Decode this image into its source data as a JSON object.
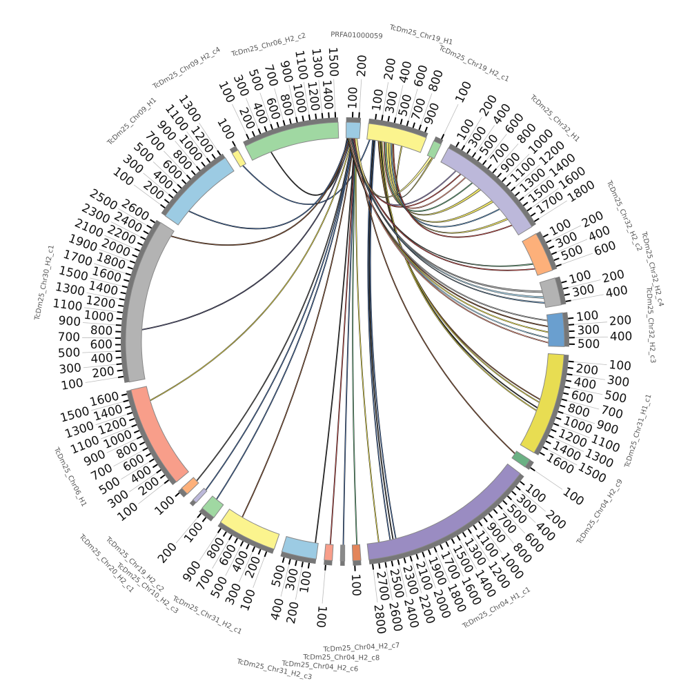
{
  "diagram": {
    "type": "circos",
    "tick_step": 100,
    "segments": [
      {
        "name": "PRFA01000059",
        "length": 230,
        "color": "#9ccbe3"
      },
      {
        "name": "TcDm25_Chr19_H1",
        "length": 950,
        "color": "#fbf48e"
      },
      {
        "name": "TcDm25_Chr19_H2_c1",
        "length": 130,
        "color": "#a0d8a2"
      },
      {
        "name": "TcDm25_Chr32_H1",
        "length": 1850,
        "color": "#bcb8da"
      },
      {
        "name": "TcDm25_Chr32_H2_c2",
        "length": 640,
        "color": "#fdb07a"
      },
      {
        "name": "TcDm25_Chr32_H2_c4",
        "length": 440,
        "color": "#b3b3b3"
      },
      {
        "name": "TcDm25_Chr32_H2_c3",
        "length": 540,
        "color": "#6a9fcf"
      },
      {
        "name": "TcDm25_Chr31_H1_c1",
        "length": 1650,
        "color": "#e8dd52"
      },
      {
        "name": "TcDm25_Chr04_H2_c9",
        "length": 140,
        "color": "#6bb184"
      },
      {
        "name": "TcDm25_Chr04_H1_c1",
        "length": 2850,
        "color": "#9a8cc2"
      },
      {
        "name": "TcDm25_Chr04_H2_c7",
        "length": 130,
        "color": "#e3855a"
      },
      {
        "name": "TcDm25_Chr04_H2_c8",
        "length": 70,
        "color": "#8a8a8a"
      },
      {
        "name": "TcDm25_Chr04_H2_c6",
        "length": 130,
        "color": "#f89e8a"
      },
      {
        "name": "TcDm25_Chr31_H2_c3",
        "length": 560,
        "color": "#9ccbe3"
      },
      {
        "name": "TcDm25_Chr31_H2_c1",
        "length": 960,
        "color": "#fbf48e"
      },
      {
        "name": "TcDm25_Chr10_H2_c3",
        "length": 240,
        "color": "#a0d8a2"
      },
      {
        "name": "TcDm25_Chr19_H2_c2",
        "length": 70,
        "color": "#bcb8da"
      },
      {
        "name": "TcDm25_Chr20_H2_c1",
        "length": 130,
        "color": "#fdb07a"
      },
      {
        "name": "TcDm25_Chr06_H1",
        "length": 1650,
        "color": "#f89e8a"
      },
      {
        "name": "TcDm25_Chr30_H2_c1",
        "length": 2650,
        "color": "#b3b3b3"
      },
      {
        "name": "TcDm25_Chr09_H1",
        "length": 1340,
        "color": "#9ccbe3"
      },
      {
        "name": "TcDm25_Chr09_H2_c4",
        "length": 110,
        "color": "#fbf48e"
      },
      {
        "name": "TcDm25_Chr06_H2_c2",
        "length": 1540,
        "color": "#a0d8a2"
      }
    ],
    "links": [
      [
        0,
        20,
        22,
        350,
        "#333333",
        0
      ],
      [
        0,
        40,
        20,
        300,
        "#4a6fa5",
        0
      ],
      [
        1,
        50,
        21,
        50,
        "#4a6fa5",
        0
      ],
      [
        0,
        60,
        19,
        2550,
        "#8c5a3c",
        0
      ],
      [
        0,
        80,
        19,
        850,
        "#555577",
        0
      ],
      [
        0,
        100,
        18,
        1400,
        "#e8dd52",
        0
      ],
      [
        0,
        110,
        17,
        50,
        "#555555",
        0
      ],
      [
        0,
        120,
        16,
        25,
        "#4a6fa5",
        0
      ],
      [
        0,
        130,
        15,
        150,
        "#4a6fa5",
        0
      ],
      [
        0,
        140,
        14,
        700,
        "#8c5a3c",
        0
      ],
      [
        0,
        150,
        13,
        50,
        "#333333",
        0
      ],
      [
        0,
        160,
        12,
        50,
        "#c0504d",
        0
      ],
      [
        0,
        165,
        11,
        25,
        "#4a6fa5",
        0
      ],
      [
        0,
        170,
        10,
        50,
        "#6bb184",
        0
      ],
      [
        0,
        175,
        9,
        2650,
        "#e8dd52",
        0
      ],
      [
        1,
        100,
        9,
        2450,
        "#4a6fa5",
        0
      ],
      [
        1,
        120,
        9,
        2400,
        "#333333",
        0
      ],
      [
        1,
        140,
        9,
        2350,
        "#4a6fa5",
        0
      ],
      [
        0,
        180,
        8,
        50,
        "#8c5a3c",
        0
      ],
      [
        1,
        200,
        7,
        800,
        "#8c5a3c",
        0
      ],
      [
        1,
        220,
        7,
        850,
        "#e8dd52",
        0
      ],
      [
        1,
        240,
        7,
        950,
        "#333333",
        0
      ],
      [
        1,
        260,
        7,
        1000,
        "#e8dd52",
        0
      ],
      [
        0,
        30,
        6,
        100,
        "#b3b3b3",
        0
      ],
      [
        0,
        35,
        6,
        200,
        "#8c5a3c",
        0
      ],
      [
        0,
        45,
        6,
        300,
        "#e8dd52",
        0
      ],
      [
        0,
        55,
        6,
        400,
        "#9ccbe3",
        0
      ],
      [
        0,
        65,
        6,
        480,
        "#f89e8a",
        0
      ],
      [
        0,
        70,
        5,
        150,
        "#b3b3b3",
        30
      ],
      [
        0,
        85,
        5,
        250,
        "#9ccbe3",
        30
      ],
      [
        0,
        95,
        5,
        350,
        "#6a9fcf",
        20
      ],
      [
        0,
        105,
        4,
        420,
        "#6bb184",
        20
      ],
      [
        0,
        115,
        4,
        520,
        "#c0504d",
        0
      ],
      [
        0,
        125,
        3,
        300,
        "#9a8cc2",
        0
      ],
      [
        0,
        135,
        3,
        400,
        "#c0504d",
        0
      ],
      [
        1,
        300,
        3,
        500,
        "#f89e8a",
        0
      ],
      [
        1,
        320,
        3,
        650,
        "#6bb184",
        0
      ],
      [
        1,
        340,
        3,
        800,
        "#e8dd52",
        40
      ],
      [
        1,
        380,
        3,
        1100,
        "#e8dd52",
        40
      ],
      [
        1,
        420,
        3,
        1300,
        "#6a9fcf",
        0
      ],
      [
        1,
        440,
        3,
        1500,
        "#e8dd52",
        30
      ],
      [
        1,
        460,
        3,
        1650,
        "#c0504d",
        0
      ],
      [
        0,
        150,
        2,
        50,
        "#fbf48e",
        40
      ],
      [
        1,
        600,
        2,
        90,
        "#e8dd52",
        20
      ]
    ]
  }
}
